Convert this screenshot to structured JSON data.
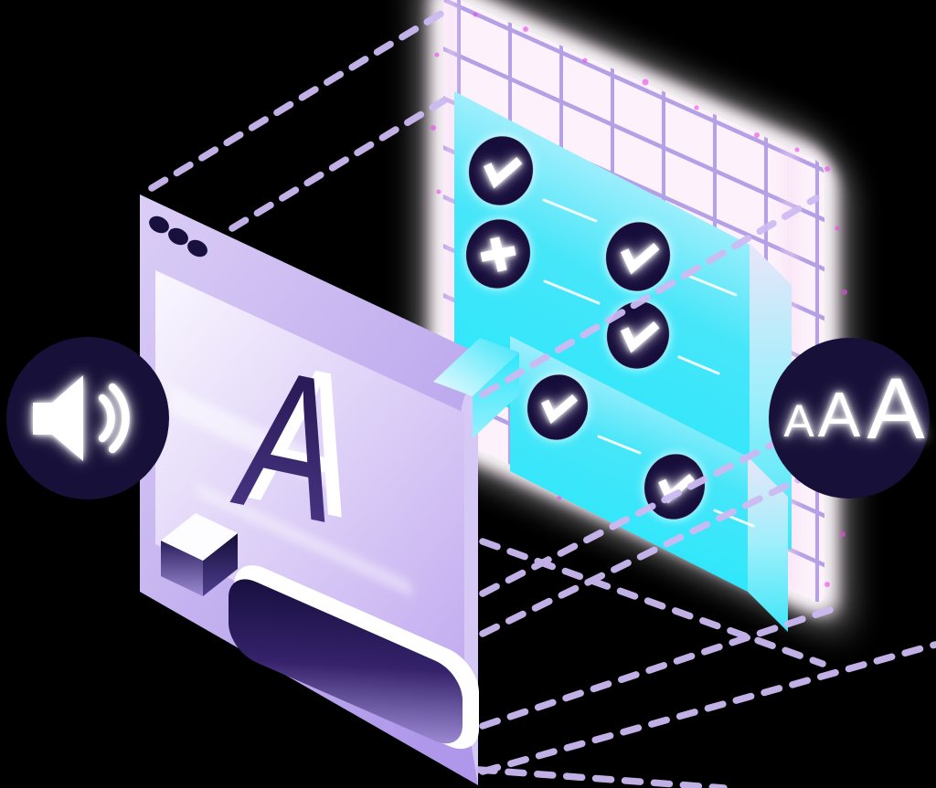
{
  "window": {
    "letter": "A",
    "traffic_dot_count": 3
  },
  "audio_badge": {
    "icon": "speaker-icon"
  },
  "text_size_badge": {
    "letters": [
      "A",
      "A",
      "A"
    ]
  },
  "checklist": {
    "panel_top": {
      "items": [
        "check",
        "cross",
        "check",
        "check"
      ]
    },
    "panel_bottom": {
      "items": [
        "check",
        "check"
      ]
    }
  },
  "colors": {
    "background": "#000000",
    "cyan": "#2fe7fb",
    "lavender_window": "#c5b0ee",
    "navy": "#17113a",
    "grid_line": "#b3a0e5",
    "grid_bg": "#fdf1fb",
    "dash_line": "#ccbaf2",
    "speckle": "#f044ef",
    "white": "#ffffff"
  }
}
